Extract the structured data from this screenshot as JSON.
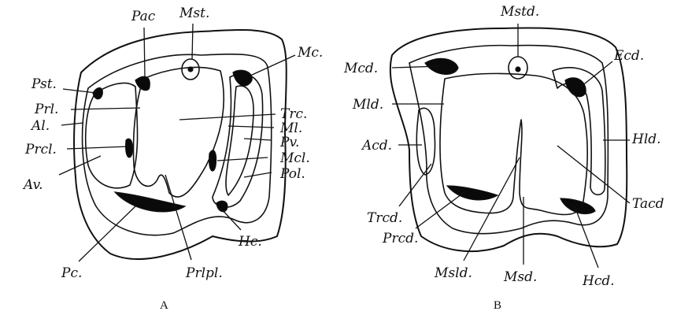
{
  "panels": [
    {
      "letter": "A",
      "labels": {
        "pac": "Pac",
        "mst": "Mst.",
        "mc": "Mc.",
        "pst": "Pst.",
        "prl": "Prl.",
        "al": "Al.",
        "prcl": "Prcl.",
        "av": "Av.",
        "trc": "Trc.",
        "ml": "Ml.",
        "pv": "Pv.",
        "mcl": "Mcl.",
        "pol": "Pol.",
        "hc": "Hc.",
        "pc": "Pc.",
        "prlpl": "Prlpl."
      }
    },
    {
      "letter": "B",
      "labels": {
        "mstd": "Mstd.",
        "mcd": "Mcd.",
        "ecd": "Ecd.",
        "mld": "Mld.",
        "hld": "Hld.",
        "acd": "Acd.",
        "trcd": "Trcd.",
        "prcd": "Prcd.",
        "msld": "Msld.",
        "msd": "Msd.",
        "hcd": "Hcd.",
        "tacd": "Tacd"
      }
    }
  ]
}
